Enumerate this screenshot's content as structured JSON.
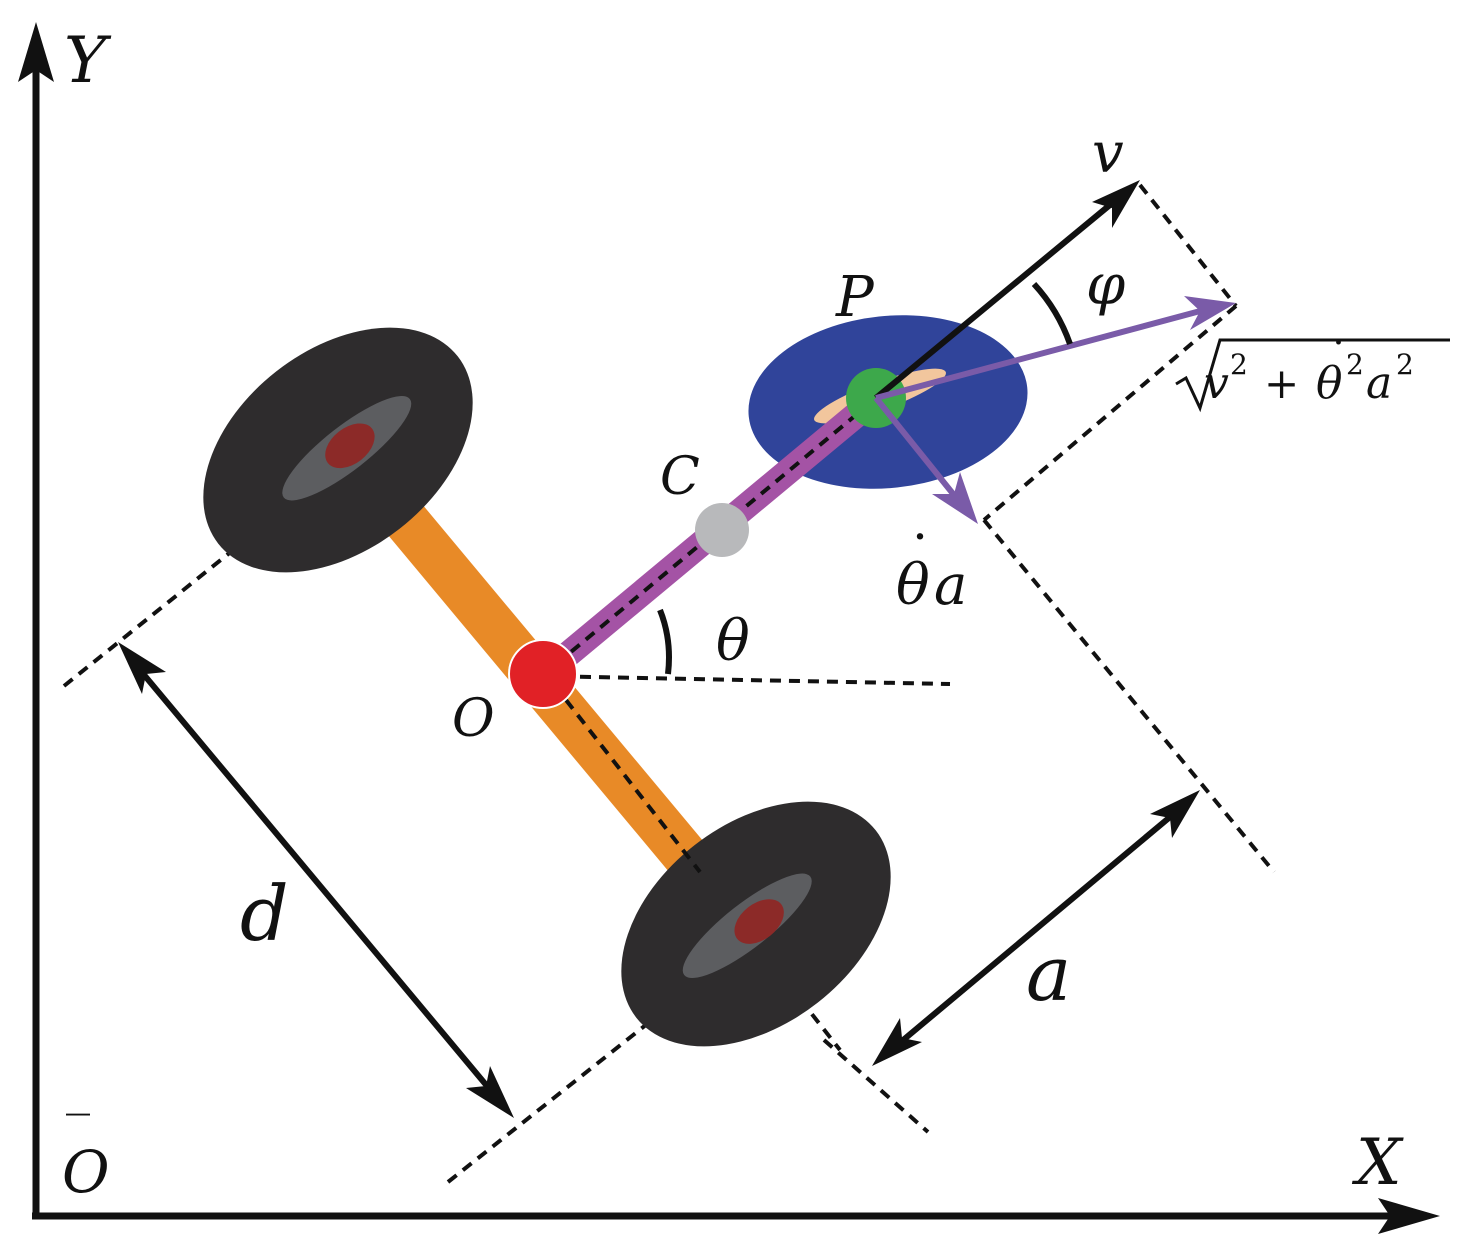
{
  "labels": {
    "y_axis": "Y",
    "x_axis": "X",
    "origin_o": "O",
    "origin_bar": "‾",
    "point_o": "O",
    "point_c": "C",
    "point_p": "P",
    "velocity": "v",
    "phi": "φ",
    "theta": "θ",
    "theta_dot_a": "θ",
    "theta_dot_a_suffix": "a",
    "dot": "˙",
    "sqrt_expr_v": "v",
    "sqrt_expr_plus": "+",
    "sqrt_expr_theta": "θ",
    "sqrt_expr_a": "a",
    "sup_two": "2",
    "d": "d",
    "a": "a"
  },
  "colors": {
    "axle": "#e88a27",
    "arm": "#a453a5",
    "wheel": "#2e2c2d",
    "hub": "#5c5d60",
    "hub_center": "#8c2a28",
    "body": "#30449a",
    "body_inner": "#f2c69d",
    "point_p": "#3da84b",
    "point_c": "#b8b9bb",
    "point_o": "#e12126",
    "vector": "#7a5ba8",
    "line": "#111111"
  },
  "icons": {
    "wheel_left": "wheel-icon",
    "wheel_right": "wheel-icon"
  }
}
